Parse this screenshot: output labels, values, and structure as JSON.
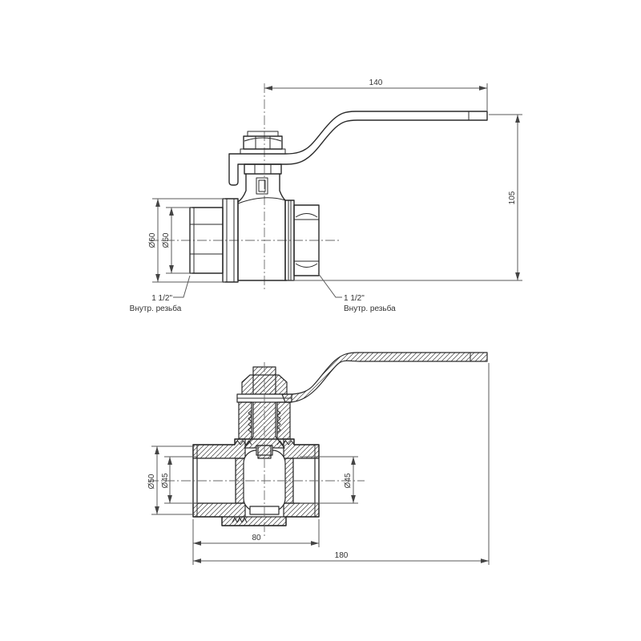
{
  "side_view": {
    "dim_handle_length": "140",
    "dim_height": "105",
    "dim_flange_diameter": "Ø60",
    "dim_port_diameter": "Ø50",
    "thread_left": {
      "size": "1 1/2\"",
      "type": "Внутр. резьба"
    },
    "thread_right": {
      "size": "1 1/2\"",
      "type": "Внутр. резьба"
    }
  },
  "section_view": {
    "dim_outer_diameter": "Ø50",
    "dim_bore_left": "Ø45",
    "dim_bore_right": "Ø45",
    "dim_body_length": "80",
    "dim_overall_length": "180"
  },
  "colors": {
    "background": "#ffffff",
    "object_line": "#2a2a2a",
    "dimension_line": "#5a5a5a",
    "text": "#333333"
  }
}
